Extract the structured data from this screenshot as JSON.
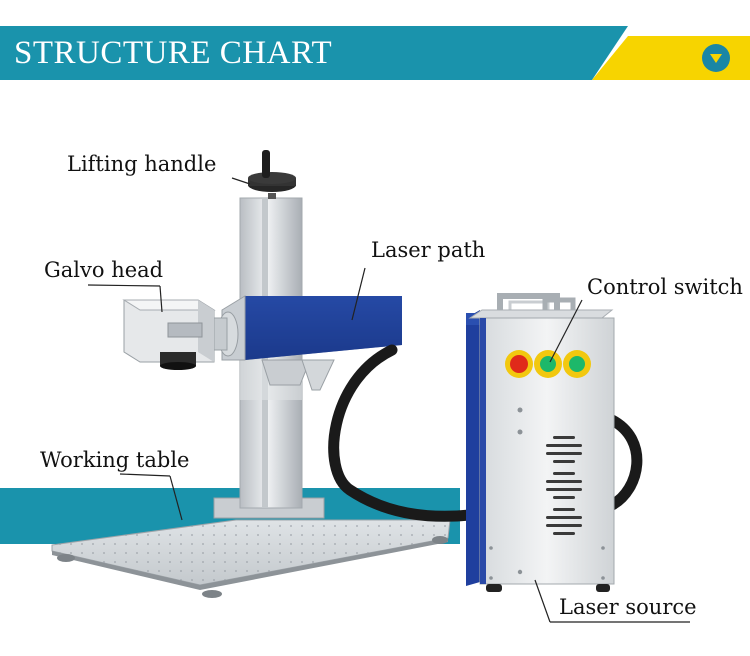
{
  "header": {
    "title": "STRUCTURE CHART"
  },
  "labels": {
    "lifting_handle": "Lifting handle",
    "galvo_head": "Galvo head",
    "laser_path": "Laser path",
    "control_switch": "Control switch",
    "working_table": "Working table",
    "laser_source": "Laser source"
  },
  "colors": {
    "banner_teal": "#1a93ac",
    "banner_yellow": "#f7d400",
    "arm_blue": "#1d3f9e",
    "emergency_red": "#e02a1a",
    "switch_green": "#1db86a"
  }
}
